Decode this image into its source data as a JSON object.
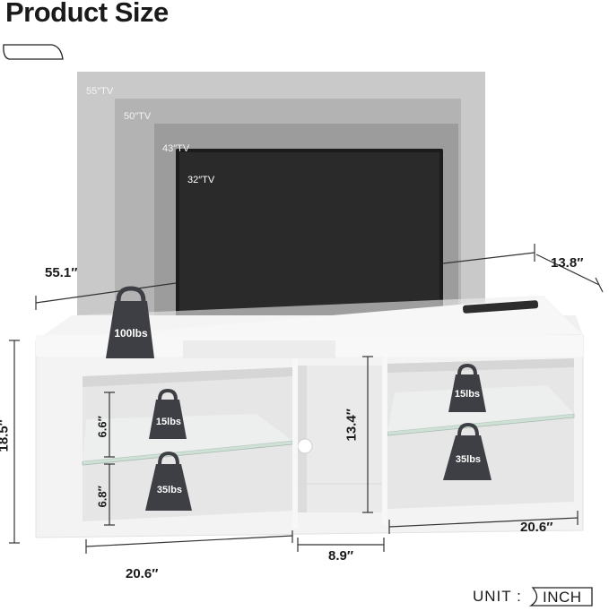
{
  "title": "Product Size",
  "tv_sizes": [
    "55″TV",
    "50″TV",
    "43″TV",
    "32″TV"
  ],
  "dimensions": {
    "width": "55.1″",
    "depth": "13.8″",
    "height": "18.5″",
    "shelf_upper": "6.6″",
    "shelf_lower": "6.8″",
    "center_height": "13.4″",
    "left_width": "20.6″",
    "center_width": "8.9″",
    "right_width": "20.6″"
  },
  "weights": {
    "top": "100lbs",
    "left_upper": "15lbs",
    "left_lower": "35lbs",
    "right_upper": "15lbs",
    "right_lower": "35lbs"
  },
  "unit": {
    "label": "UNIT :",
    "value": "INCH"
  },
  "colors": {
    "weight_fill": "#3d3f44",
    "tv_screen": "#222222",
    "stand": "#f6f6f6"
  }
}
